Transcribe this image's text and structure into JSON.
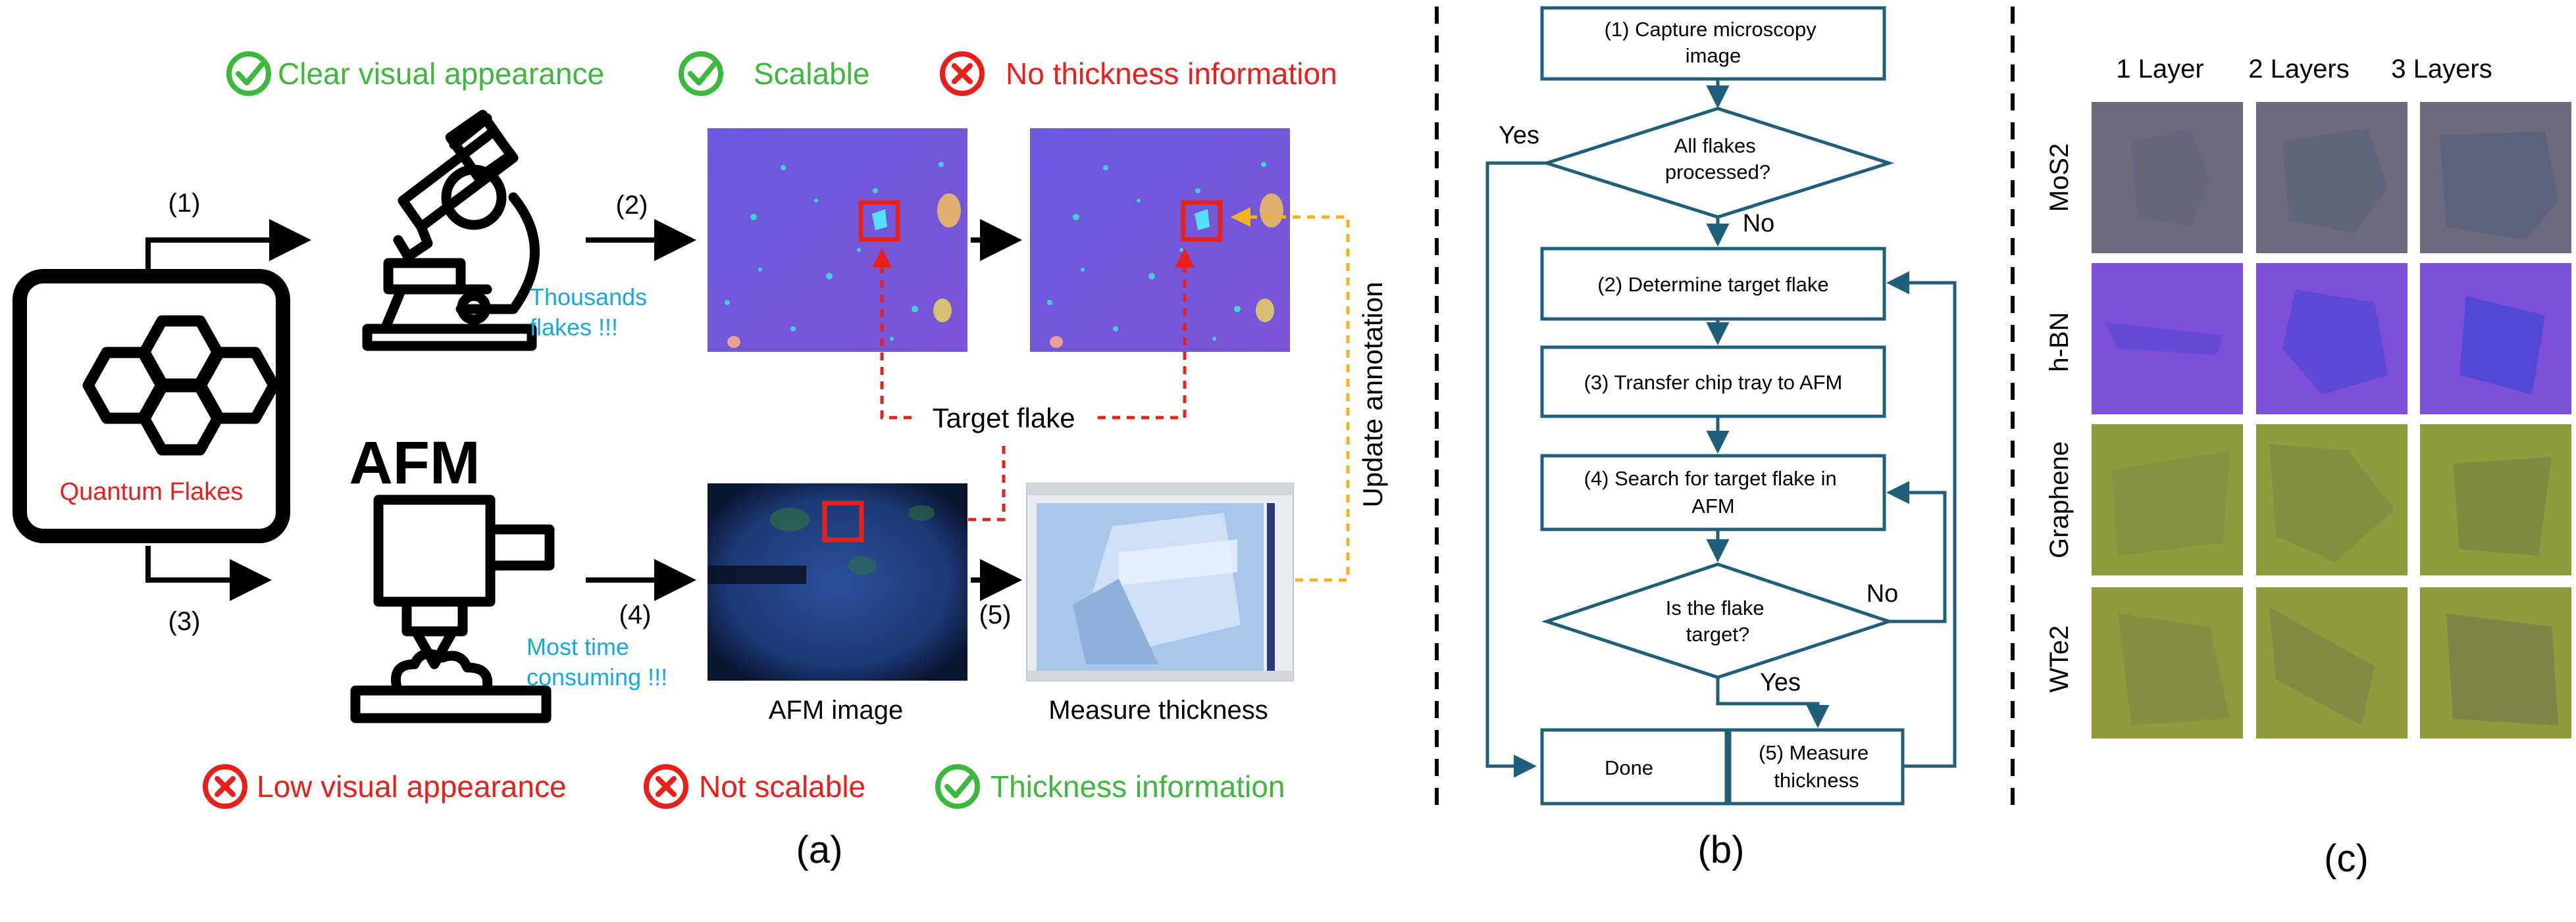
{
  "panel_a": {
    "caption": "(a)",
    "top_badges": [
      {
        "status": "check",
        "text": "Clear visual appearance"
      },
      {
        "status": "check",
        "text": "Scalable"
      },
      {
        "status": "cross",
        "text": "No thickness information"
      }
    ],
    "bottom_badges": [
      {
        "status": "cross",
        "text": "Low visual appearance"
      },
      {
        "status": "cross",
        "text": "Not scalable"
      },
      {
        "status": "check",
        "text": "Thickness information"
      }
    ],
    "quantum_label": "Quantum Flakes",
    "afm_title": "AFM",
    "step_labels": {
      "s1": "(1)",
      "s2": "(2)",
      "s3": "(3)",
      "s4": "(4)",
      "s5": "(5)"
    },
    "note_optical": [
      "Thousands",
      "flakes !!!"
    ],
    "note_afm": [
      "Most time",
      "consuming !!!"
    ],
    "target_flake": "Target flake",
    "update_annotation": "Update annotation",
    "afm_image_label": "AFM image",
    "measure_label": "Measure thickness"
  },
  "panel_b": {
    "caption": "(b)",
    "nodes": {
      "n1": [
        "(1) Capture microscopy",
        "image"
      ],
      "d1": [
        "All flakes",
        "processed?"
      ],
      "n2": [
        "(2) Determine target flake"
      ],
      "n3": [
        "(3) Transfer chip tray to AFM"
      ],
      "n4": [
        "(4) Search for target flake in",
        "AFM"
      ],
      "d2": [
        "Is the flake",
        "target?"
      ],
      "done": [
        "Done"
      ],
      "n5": [
        "(5) Measure",
        "thickness"
      ]
    },
    "edge_labels": {
      "yes1": "Yes",
      "no1": "No",
      "no2": "No",
      "yes2": "Yes"
    }
  },
  "panel_c": {
    "caption": "(c)",
    "columns": [
      "1 Layer",
      "2 Layers",
      "3 Layers"
    ],
    "rows": [
      "MoS2",
      "h-BN",
      "Graphene",
      "WTe2"
    ],
    "colors": {
      "MoS2": {
        "bg": "#6d6a7c",
        "flake": "#5a627c"
      },
      "h-BN": {
        "bg": "#7e4fd8",
        "flake": "#4a46d6"
      },
      "Graphene": {
        "bg": "#8e9c3e",
        "flake": "#7b8840"
      },
      "WTe2": {
        "bg": "#909a3d",
        "flake": "#7c7f47"
      }
    }
  },
  "colors": {
    "green": "#3cb83c",
    "red": "#e8201c",
    "cyan": "#19a7e0",
    "flow": "#1f5f7a",
    "orange": "#f2b21f"
  }
}
